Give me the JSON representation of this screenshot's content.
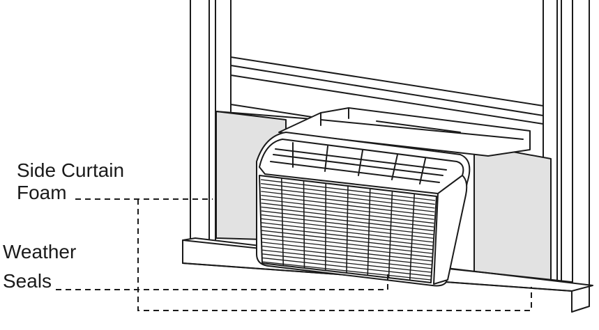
{
  "labels": {
    "side_curtain_foam": [
      "Side Curtain",
      "Foam"
    ],
    "weather_seals": [
      "Weather",
      "Seals"
    ]
  },
  "colors": {
    "line": "#1a1a1a",
    "foam_panel": "#e2e2e2",
    "background": "#ffffff"
  }
}
